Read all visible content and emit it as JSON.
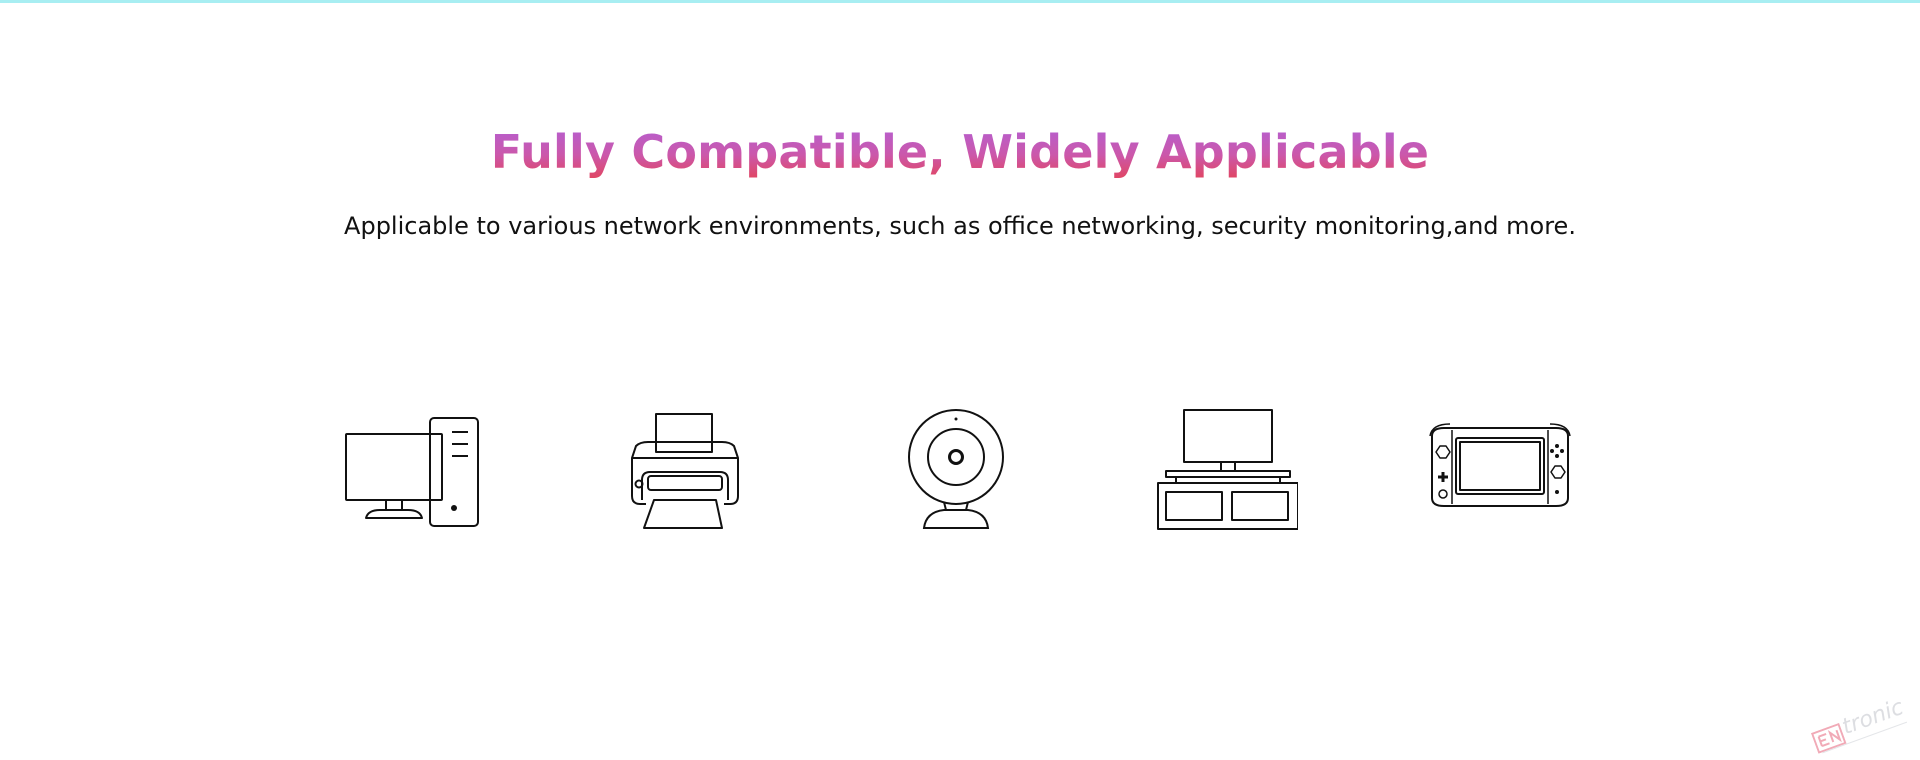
{
  "colors": {
    "top_bar": "#a8eef2",
    "title_gradient_top": "#b45fd2",
    "title_gradient_bottom": "#e14561",
    "subtitle_text": "#111111",
    "icon_stroke": "#111111",
    "watermark_red": "#e14561",
    "watermark_gray": "#b4b8c0"
  },
  "hero": {
    "title": "Fully Compatible, Widely Applicable",
    "subtitle": "Applicable to various network environments, such as office networking, security monitoring,and more."
  },
  "devices": [
    {
      "icon": "desktop-computer-icon"
    },
    {
      "icon": "printer-icon"
    },
    {
      "icon": "webcam-icon"
    },
    {
      "icon": "tv-stand-icon"
    },
    {
      "icon": "handheld-game-console-icon"
    }
  ],
  "watermark": {
    "brand": "tronic",
    "icon": "entronic-logo-icon"
  }
}
